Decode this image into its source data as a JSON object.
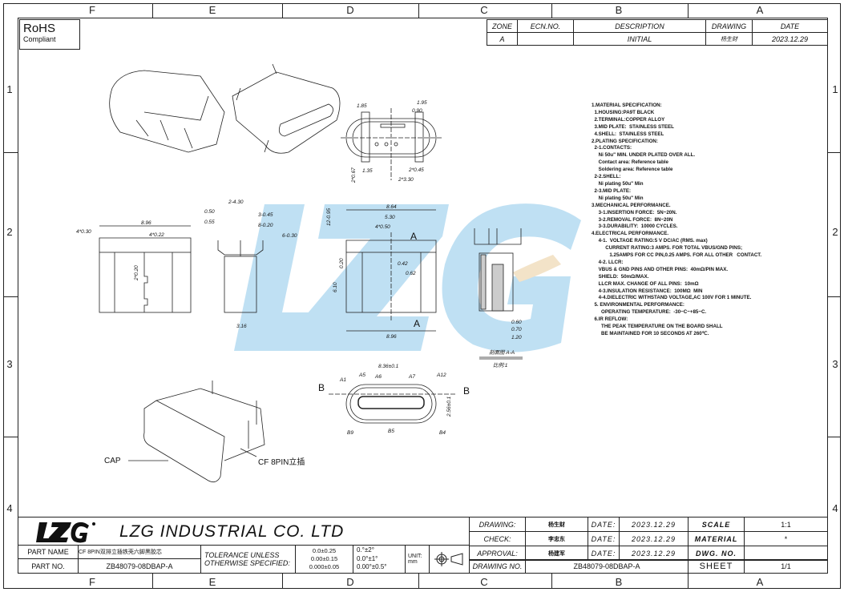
{
  "zones": {
    "columns": [
      "F",
      "E",
      "D",
      "C",
      "B",
      "A"
    ],
    "rows": [
      "1",
      "2",
      "3",
      "4"
    ]
  },
  "rohs": {
    "title": "RoHS",
    "subtitle": "Compliant"
  },
  "revision": {
    "headers": [
      "ZONE",
      "ECN.NO.",
      "DESCRIPTION",
      "DRAWING",
      "DATE"
    ],
    "row": [
      "A",
      "",
      "INITIAL",
      "杨生财",
      "2023.12.29"
    ]
  },
  "watermark": "LZG",
  "notes": [
    "1.MATERIAL SPECIFICATION:",
    "  1.HOUSING:PA9T BLACK",
    "  2.TERMINAL:COPPER ALLOY",
    "  3.MID PLATE:  STAINLESS STEEL",
    "  4.SHELL:  STAINLESS STEEL",
    "2.PLATING SPECIFICATION:",
    "  2-1.CONTACTS:",
    "     Ni 50u\" MIN. UNDER PLATED OVER ALL.",
    "     Contact area: Reference table",
    "     Soldering area: Reference table",
    "  2-2.SHELL:",
    "     Ni plating 50u\" Min",
    "  2-3.MID PLATE:",
    "     Ni plating 50u\" Min",
    "3.MECHANICAL PERFORMANCE.",
    "     3-1.INSERTION FORCE:  5N~20N.",
    "     3-2.REMOVAL FORCE:  8N~20N",
    "     3-3.DURABILITY:  10000 CYCLES.",
    "4.ELECTRICAL PERFORMANCE.",
    "     4-1.  VOLTAGE RATING:5 V DC/AC (RMS. max)",
    "          CURRENT RATING:3 AMPS. FOR TOTAL VBUS/GND PINS;",
    "             1.25AMPS FOR CC PIN,0.25 AMPS. FOR ALL OTHER   CONTACT.",
    "     4-2. LLCR:",
    "     VBUS & GND PINS AND OTHER PINS:  40mΩ/PIN MAX.",
    "     SHIELD:  50mΩ/MAX.",
    "     LLCR MAX. CHANGE OF ALL PINS:  10mΩ",
    "     4-3.INSULATION RESISTANCE:  100MΩ  MIN",
    "     4-4.DIELECTRIC WITHSTAND VOLTAGE,AC 100V FOR 1 MINUTE.",
    "  5. ENVIRONMENTAL PERFORMANCE:",
    "       OPERATING TEMPERATURE:  -30~C~+85~C.",
    "  6.IR REFLOW:",
    "       THE PEAK TEMPERATURE ON THE BOARD SHALL",
    "       BE MAINTAINED FOR 10 SECONDS AT 260℃."
  ],
  "dims": {
    "top": [
      "1.85",
      "1.95",
      "0.90",
      "1.35",
      "2*0.45",
      "2*3.30",
      "2*0.67"
    ],
    "front": [
      "8.96",
      "4*0.30",
      "4*0.22",
      "2*0.20"
    ],
    "side": [
      "2-4.30",
      "0.50",
      "3-0.45",
      "0.55",
      "8-0.20",
      "6-0.30",
      "3.16"
    ],
    "back": [
      "8.64",
      "5.30",
      "4*0.50",
      "12-0.95",
      "0.20",
      "6.10",
      "0.42",
      "0.62",
      "8.96",
      "A",
      "A"
    ],
    "section": [
      "0.60",
      "0.70",
      "1.20",
      "剖面图 A-A",
      "比例:1"
    ],
    "mating": [
      "8.36±0.1",
      "2.56±0.1",
      "B",
      "B",
      "A1",
      "A5",
      "A6",
      "A7",
      "A12",
      "B9",
      "B5",
      "B4"
    ],
    "iso": [
      "CAP",
      "CF 8PIN立插"
    ]
  },
  "title_block": {
    "company": "LZG INDUSTRIAL CO. LTD",
    "logo": "LZG",
    "part_name_label": "PART NAME",
    "part_name": "CF 8PIN双排立插铁壳六脚黑胶芯",
    "part_no_label": "PART NO.",
    "part_no": "ZB48079-08DBAP-A",
    "tolerance_label_1": "TOLERANCE UNLESS",
    "tolerance_label_2": "OTHERWISE SPECIFIED:",
    "tol_linear": [
      "0.0±0.25",
      "0.00±0.15",
      "0.000±0.05"
    ],
    "tol_angle": [
      "0.°±2°",
      "0.0°±1°",
      "0.00°±0.5°"
    ],
    "unit_label": "UNIT:",
    "unit": "mm",
    "rows": [
      {
        "label": "DRAWING:",
        "name": "杨生财",
        "date_label": "DATE:",
        "date": "2023.12.29",
        "k": "SCALE",
        "v": "1:1"
      },
      {
        "label": "CHECK:",
        "name": "李忠东",
        "date_label": "DATE:",
        "date": "2023.12.29",
        "k": "MATERIAL",
        "v": "*"
      },
      {
        "label": "APPROVAL:",
        "name": "杨建军",
        "date_label": "DATE:",
        "date": "2023.12.29",
        "k": "DWG. NO.",
        "v": ""
      }
    ],
    "drawing_no_label": "DRAWING NO.",
    "drawing_no": "ZB48079-08DBAP-A",
    "sheet_label": "SHEET",
    "sheet": "1/1"
  }
}
